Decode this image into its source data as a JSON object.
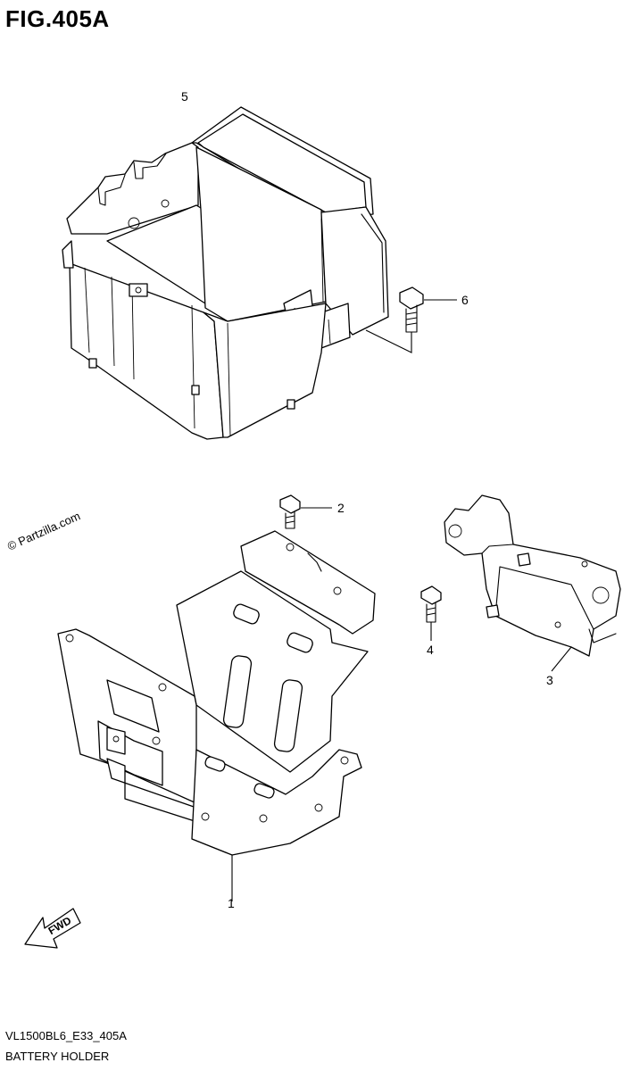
{
  "figure": {
    "title": "FIG.405A",
    "code": "VL1500BL6_E33_405A",
    "name": "BATTERY HOLDER",
    "watermark": "© Partzilla.com",
    "fwd_label": "FWD"
  },
  "callouts": [
    {
      "id": "5",
      "label": "5"
    },
    {
      "id": "6",
      "label": "6"
    },
    {
      "id": "2",
      "label": "2"
    },
    {
      "id": "4",
      "label": "4"
    },
    {
      "id": "3",
      "label": "3"
    },
    {
      "id": "1",
      "label": "1"
    }
  ]
}
